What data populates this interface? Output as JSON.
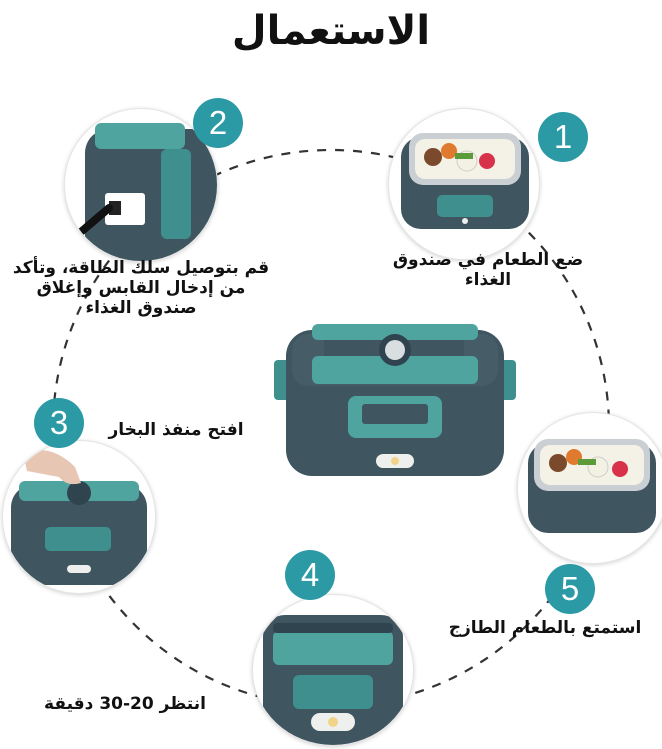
{
  "title": "الاستعمال",
  "colors": {
    "teal": "#2b9aa5",
    "box_body": "#3f5560",
    "box_accent": "#3e8f8d"
  },
  "steps": [
    {
      "number": "1",
      "caption": "ضع الطعام في صندوق الغذاء",
      "icon": "food-box-open"
    },
    {
      "number": "2",
      "caption": "قم بتوصيل سلك الطاقة، وتأكد من إدخال القابس وإغلاق صندوق الغذاء",
      "icon": "power-plug"
    },
    {
      "number": "3",
      "caption": "افتح منفذ البخار",
      "icon": "steam-valve-finger"
    },
    {
      "number": "4",
      "caption": "انتظر 20-30 دقيقة",
      "icon": "closed-box-light"
    },
    {
      "number": "5",
      "caption": "استمتع بالطعام الطازج",
      "icon": "food-box-open"
    }
  ]
}
